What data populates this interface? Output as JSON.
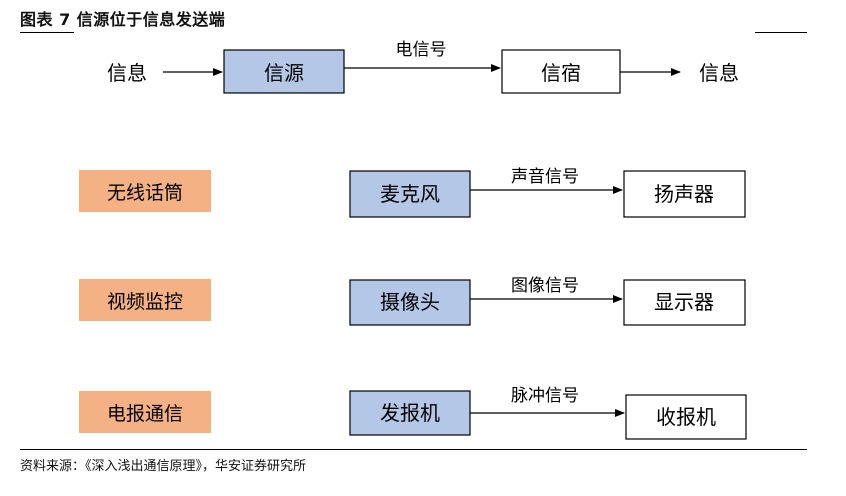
{
  "title": "图表 7  信源位于信息发送端",
  "source": "资料来源：《深入浅出通信原理》，华安证券研究所",
  "top_row": {
    "input_label": "信息",
    "source_box": "信源",
    "channel_label": "电信号",
    "sink_box": "信宿",
    "output_label": "信息"
  },
  "rows": [
    {
      "example": "无线话筒",
      "device": "麦克风",
      "signal": "声音信号",
      "receiver": "扬声器"
    },
    {
      "example": "视频监控",
      "device": "摄像头",
      "signal": "图像信号",
      "receiver": "显示器"
    },
    {
      "example": "电报通信",
      "device": "发报机",
      "signal": "脉冲信号",
      "receiver": "收报机"
    }
  ],
  "colors": {
    "example_fill": "#F4B183",
    "device_fill": "#B4C7E7",
    "box_stroke": "#000000",
    "receiver_fill": "#FFFFFF"
  }
}
